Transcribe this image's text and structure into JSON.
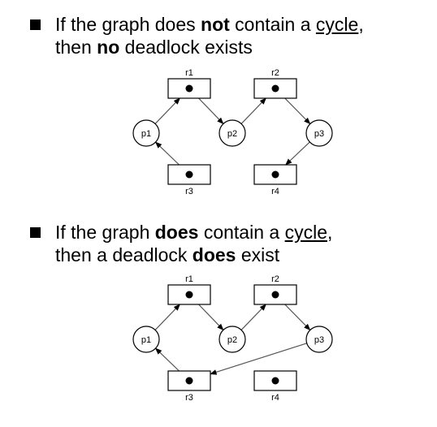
{
  "sections": [
    {
      "text": {
        "t1": "If the graph does ",
        "t2": "not",
        "t3": " contain a ",
        "t4": "cycle",
        "t5": ",",
        "l2a": "then ",
        "l2b": "no",
        "l2c": " deadlock exists"
      },
      "graph": {
        "resources": {
          "r1": "r1",
          "r2": "r2",
          "r3": "r3",
          "r4": "r4"
        },
        "processes": {
          "p1": "p1",
          "p2": "p2",
          "p3": "p3"
        },
        "edges": [
          {
            "from": "p1",
            "to": "r1"
          },
          {
            "from": "r1",
            "to": "p2"
          },
          {
            "from": "p2",
            "to": "r2"
          },
          {
            "from": "r2",
            "to": "p3"
          },
          {
            "from": "r3",
            "to": "p1"
          },
          {
            "from": "p3",
            "to": "r4"
          }
        ]
      }
    },
    {
      "text": {
        "t1": "If the graph ",
        "t2": "does",
        "t3": " contain a ",
        "t4": "cycle",
        "t5": ",",
        "l2a": "then a deadlock ",
        "l2b": "does",
        "l2c": " exist"
      },
      "graph": {
        "resources": {
          "r1": "r1",
          "r2": "r2",
          "r3": "r3",
          "r4": "r4"
        },
        "processes": {
          "p1": "p1",
          "p2": "p2",
          "p3": "p3"
        },
        "edges": [
          {
            "from": "p1",
            "to": "r1"
          },
          {
            "from": "r1",
            "to": "p2"
          },
          {
            "from": "p2",
            "to": "r2"
          },
          {
            "from": "r2",
            "to": "p3"
          },
          {
            "from": "r3",
            "to": "p1"
          },
          {
            "from": "p3",
            "to": "r3"
          }
        ]
      }
    }
  ]
}
